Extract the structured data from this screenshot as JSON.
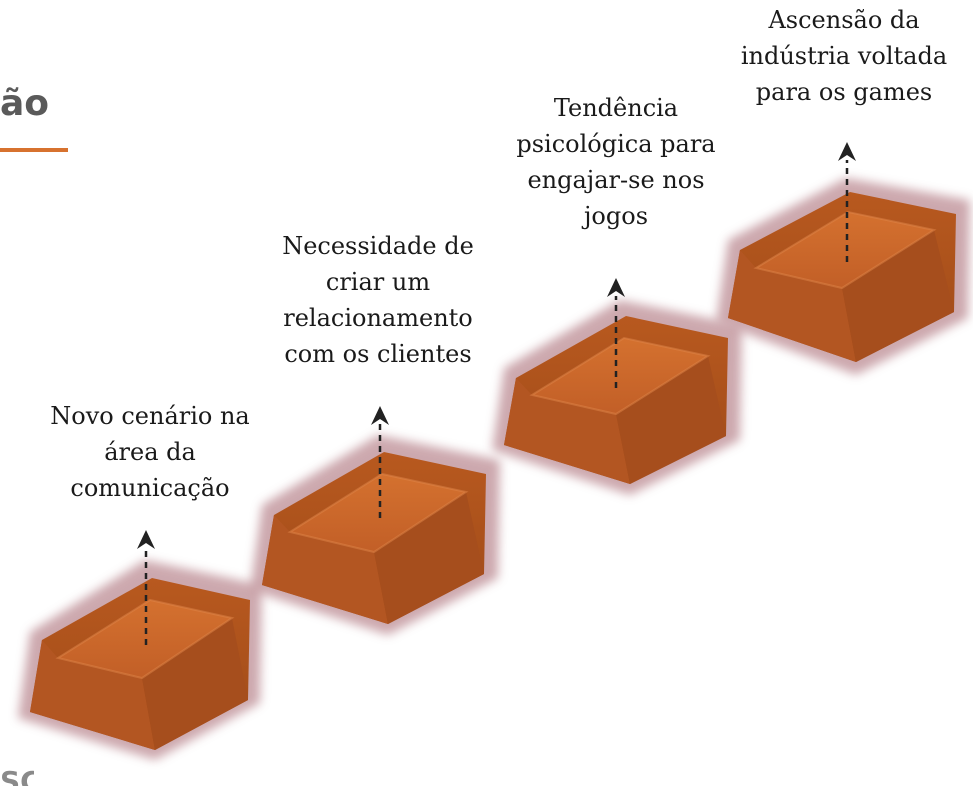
{
  "title": {
    "fragment": "ão"
  },
  "footer": {
    "fragment": "SC"
  },
  "steps": [
    {
      "lines": [
        "Novo cenário na",
        "área da",
        "comunicação"
      ]
    },
    {
      "lines": [
        "Necessidade de",
        "criar um",
        "relacionamento",
        "com os clientes"
      ]
    },
    {
      "lines": [
        "Tendência",
        "psicológica para",
        "engajar-se nos",
        "jogos"
      ]
    },
    {
      "lines": [
        "Ascensão da",
        "indústria voltada",
        "para os games"
      ]
    }
  ],
  "colors": {
    "block_top": "#c9652a",
    "block_side": "#b85a24",
    "block_shadow": "#b9929a",
    "accent_rule": "#d7722f",
    "arrow": "#222222",
    "text": "#1a1a1a"
  }
}
